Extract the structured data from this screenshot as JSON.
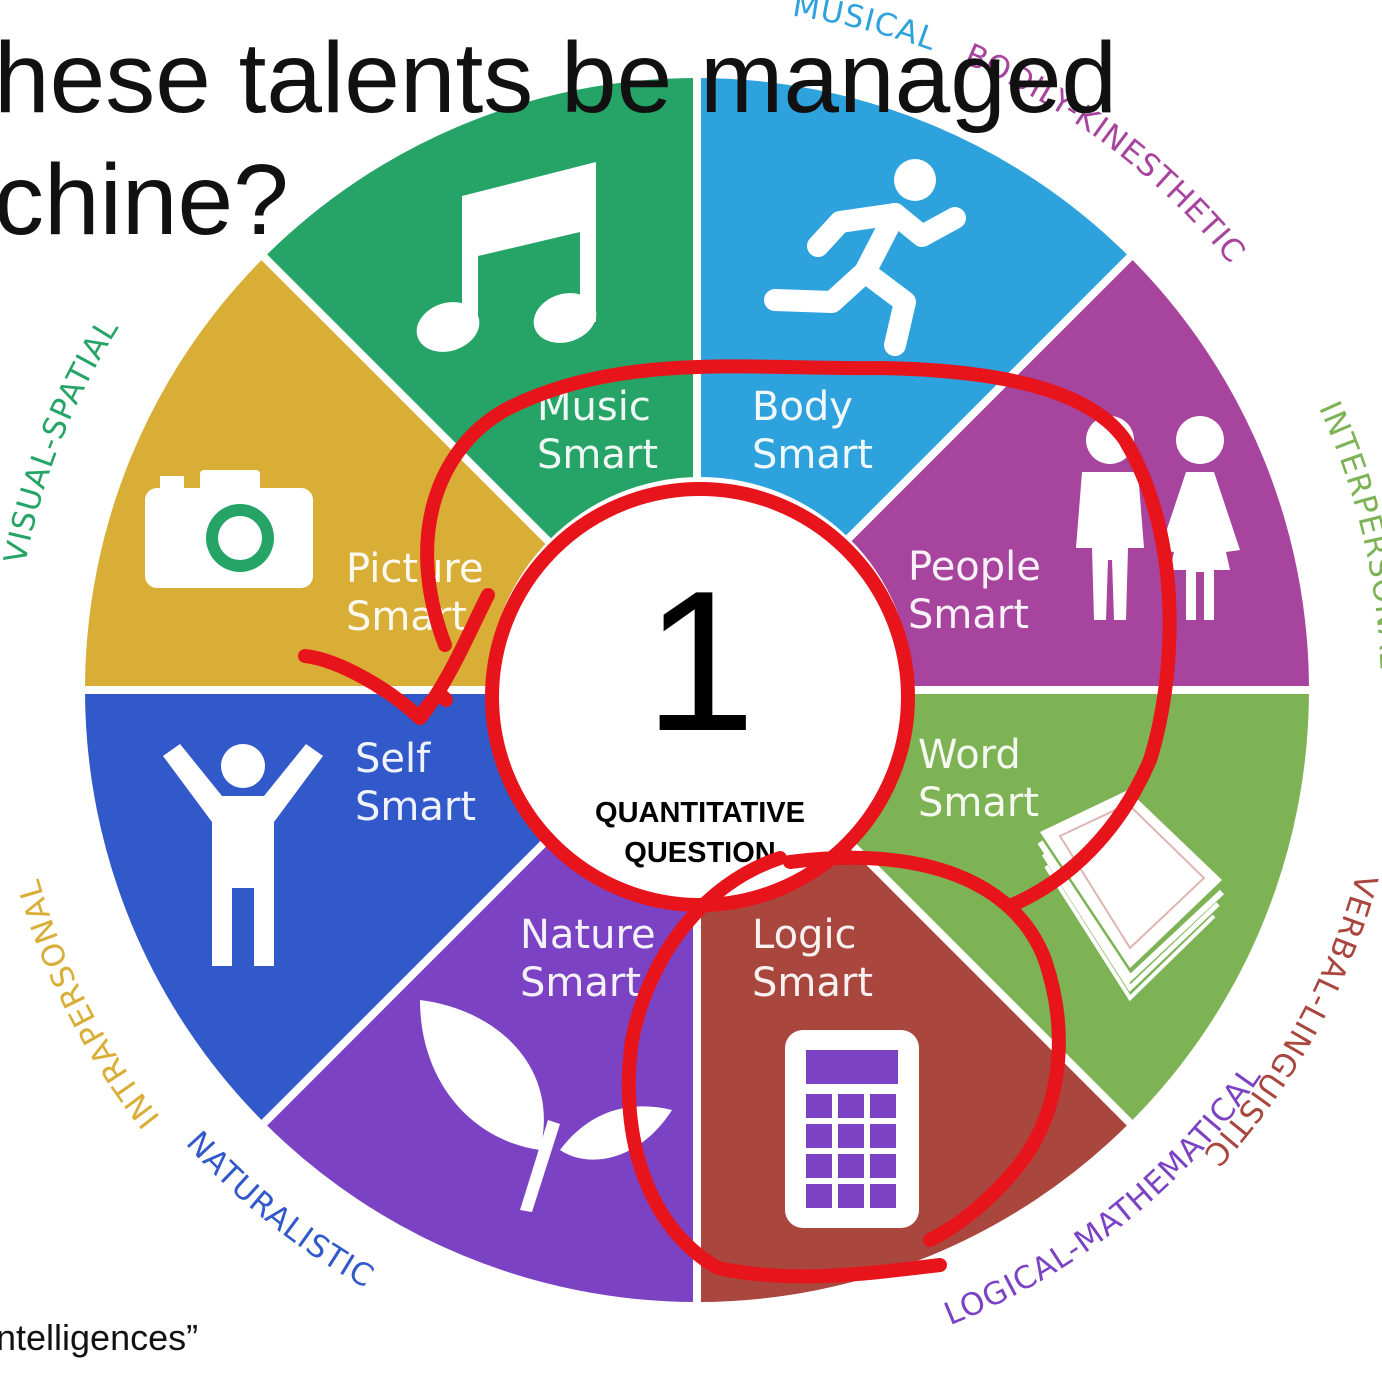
{
  "title": {
    "line1": "hese talents be managed",
    "line2": "chine?"
  },
  "caption": "ntelligences”",
  "wheel": {
    "segments": [
      {
        "key": "music",
        "line1": "Music",
        "line2": "Smart",
        "ring_label": "MUSICAL",
        "color": "#2EA2DD",
        "icon": "music-note-icon"
      },
      {
        "key": "body",
        "line1": "Body",
        "line2": "Smart",
        "ring_label": "BODILY-KINESTHETIC",
        "color": "#A6449E",
        "icon": "running-person-icon"
      },
      {
        "key": "people",
        "line1": "People",
        "line2": "Smart",
        "ring_label": "INTERPERSONAL",
        "color": "#7DB354",
        "icon": "man-woman-icon"
      },
      {
        "key": "word",
        "line1": "Word",
        "line2": "Smart",
        "ring_label": "VERBAL-LINGUISTIC",
        "color": "#A9463E",
        "icon": "book-icon"
      },
      {
        "key": "logic",
        "line1": "Logic",
        "line2": "Smart",
        "ring_label": "LOGICAL-MATHEMATICAL",
        "color": "#7B43C4",
        "icon": "calculator-icon"
      },
      {
        "key": "nature",
        "line1": "Nature",
        "line2": "Smart",
        "ring_label": "NATURALISTIC",
        "color": "#3159C9",
        "icon": "leaf-sprout-icon"
      },
      {
        "key": "self",
        "line1": "Self",
        "line2": "Smart",
        "ring_label": "INTRAPERSONAL",
        "color": "#D8AE36",
        "icon": "person-arms-up-icon"
      },
      {
        "key": "picture",
        "line1": "Picture",
        "line2": "Smart",
        "ring_label": "VISUAL-SPATIAL",
        "color": "#26A467",
        "icon": "camera-icon"
      }
    ],
    "center": {
      "number": "1",
      "line1": "QUANTITATIVE",
      "line2": "QUESTION"
    }
  },
  "annotation_color": "#E8141B"
}
